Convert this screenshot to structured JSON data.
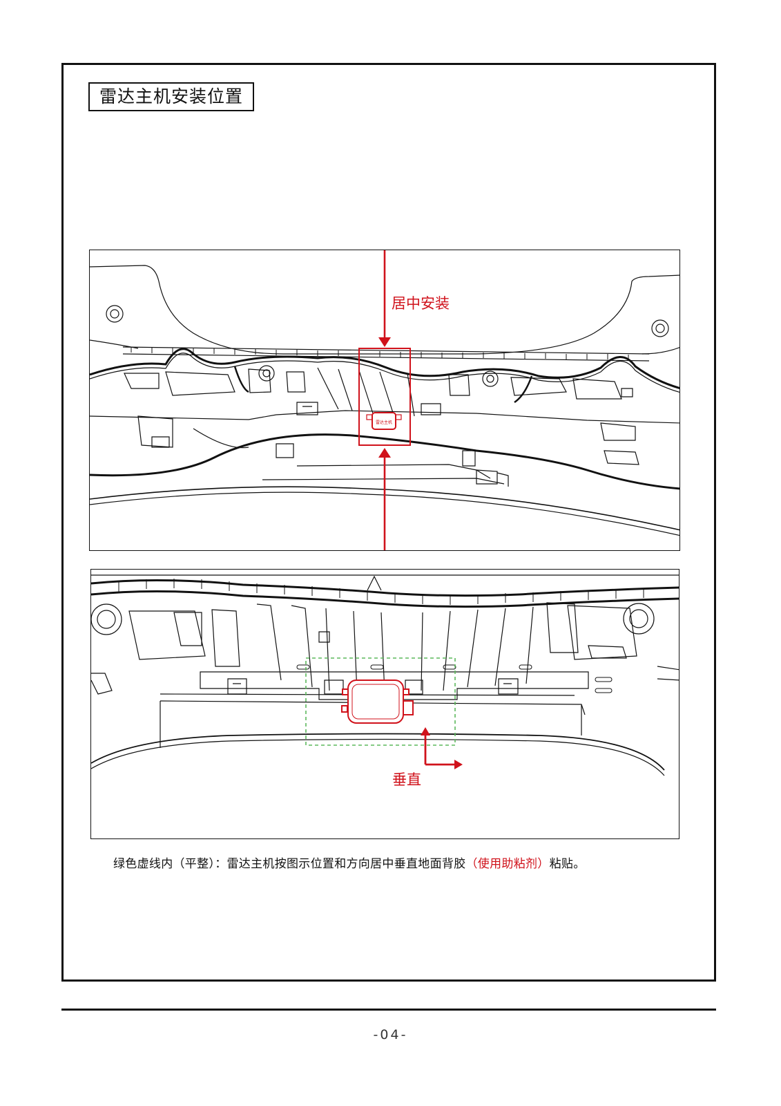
{
  "page": {
    "title": "雷达主机安装位置",
    "page_number": "-04-"
  },
  "diagram_top": {
    "callout": "居中安装",
    "device_label": "雷达主机"
  },
  "diagram_bottom": {
    "callout": "垂直"
  },
  "caption": {
    "prefix": "绿色虚线内（平整）：雷达主机按图示位置和方向居中垂直地面背胶",
    "highlight": "（使用助粘剂）",
    "suffix": "粘贴。"
  },
  "colors": {
    "accent_red": "#d0121b",
    "guide_green": "#5cb85c",
    "line_black": "#111111"
  },
  "icons": {
    "arrow_down": "red-arrow-down-icon",
    "arrow_up": "red-arrow-up-icon",
    "vertical_marker": "vertical-direction-icon"
  }
}
